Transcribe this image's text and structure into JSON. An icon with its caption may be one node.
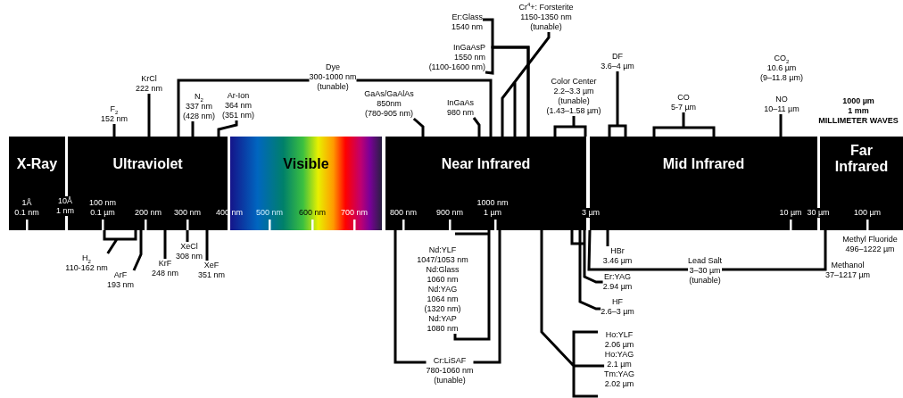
{
  "diagram": {
    "nodes": [
      {
        "text": [
          "X-Ray"
        ]
      },
      {
        "text": [
          "Ultraviolet"
        ]
      },
      {
        "text": [
          "Visible"
        ]
      },
      {
        "text": [
          "Near Infrared"
        ]
      },
      {
        "text": [
          "Mid Infrared"
        ]
      },
      {
        "text": [
          "Far Infrared"
        ]
      },
      {
        "text": [
          "F$_{2}$ 152 nm"
        ]
      },
      {
        "text": [
          "KrCl 222 nm"
        ]
      },
      {
        "text": [
          "N$_{2}$ 337 nm (428 nm)"
        ]
      },
      {
        "text": [
          "Ar-Ion 364 nm (351 nm)"
        ]
      },
      {
        "text": [
          "Dye 300-1000 nm (tunable)"
        ]
      },
      {
        "text": [
          "GaAs/GaAlAs 850nm (780-905 nm)"
        ]
      },
      {
        "text": [
          "InGaAs 980 nm"
        ]
      },
      {
        "text": [
          "Er:Glass 1540 nm"
        ]
      },
      {
        "text": [
          "InGaAsP 1550 nm (1100-1600 nm)"
        ]
      },
      {
        "text": [
          "Cr$^{4}$+: Forsterite 1150-1350 nm (tunable)"
        ]
      },
      {
        "text": [
          "Color Center 2.2–3.3 µm (tunable) (1.43–1.58 µm)"
        ]
      },
      {
        "text": [
          "DF 3.6–4 µm"
        ]
      },
      {
        "text": [
          "CO 5-7 µm"
        ]
      },
      {
        "text": [
          "NO 10–11 µm"
        ]
      },
      {
        "text": [
          "H$_{2}$ 110-162 nm"
        ]
      },
      {
        "text": [
          "ArF 193 nm"
        ]
      },
      {
        "text": [
          "KrF 248 nm"
        ]
      },
      {
        "text": [
          "XeCl 308 nm"
        ]
      },
      {
        "text": [
          "XeF 351 nm"
        ]
      },
      {
        "text": [
          "Nd:YLF 1047/1053 nm",
          "Nd:Glass 1060 nm",
          "Nd:YAG 1064 nm (1320 nm)",
          "Nd:YAP 1080 nm"
        ]
      },
      {
        "text": [
          "Cr:LiSAF 780-1060 nm (tunable)"
        ]
      },
      {
        "text": [
          "HBr 3.46 µm"
        ]
      },
      {
        "text": [
          "Lead Salt 3–30 µm (tunable)"
        ]
      },
      {
        "text": [
          "Er:YAG 2.94 µm"
        ]
      },
      {
        "text": [
          "HF 2.6–3 µm"
        ]
      },
      {
        "text": [
          "Ho:YLF 2.06 µm",
          "Ho:YAG 2.1 µm",
          "Tm:YAG 2.02 µm"
        ]
      }
    ],
    "edges": [
      {
        "from": 6,
        "to": 1,
        "arrow": "none"
      },
      {
        "from": 7,
        "to": 1,
        "arrow": "none"
      },
      {
        "from": 8,
        "to": 1,
        "arrow": "none"
      },
      {
        "from": 9,
        "to": 1,
        "arrow": "none"
      },
      {
        "from": 10,
        "to": 1,
        "arrow": "none"
      },
      {
        "from": 10,
        "to": 3,
        "arrow": "none"
      },
      {
        "from": 11,
        "to": 3,
        "arrow": "none"
      },
      {
        "from": 12,
        "to": 3,
        "arrow": "none"
      },
      {
        "from": 13,
        "to": 3,
        "arrow": "none"
      },
      {
        "from": 14,
        "to": 3,
        "arrow": "none"
      },
      {
        "from": 15,
        "to": 3,
        "arrow": "none"
      },
      {
        "from": 16,
        "to": 3,
        "arrow": "none"
      },
      {
        "from": 17,
        "to": 4,
        "arrow": "none"
      },
      {
        "from": 18,
        "to": 4,
        "arrow": "none"
      },
      {
        "from": 19,
        "to": 4,
        "arrow": "none"
      },
      {
        "from": 20,
        "to": 1,
        "arrow": "none"
      },
      {
        "from": 21,
        "to": 1,
        "arrow": "none"
      },
      {
        "from": 22,
        "to": 1,
        "arrow": "none"
      },
      {
        "from": 23,
        "to": 1,
        "arrow": "none"
      },
      {
        "from": 24,
        "to": 1,
        "arrow": "none"
      },
      {
        "from": 25,
        "to": 3,
        "arrow": "none"
      },
      {
        "from": 26,
        "to": 3,
        "arrow": "none"
      },
      {
        "from": 26,
        "to": 3,
        "arrow": "none"
      },
      {
        "from": 27,
        "to": 4,
        "arrow": "none"
      },
      {
        "from": 28,
        "to": 4,
        "arrow": "none"
      },
      {
        "from": 28,
        "to": 5,
        "arrow": "none"
      },
      {
        "from": 29,
        "to": 3,
        "arrow": "none"
      },
      {
        "from": 30,
        "to": 3,
        "arrow": "none"
      },
      {
        "from": 31,
        "to": 3,
        "arrow": "none"
      }
    ],
    "labels": [
      "CO$_{2}$ 10.6 µm (9–11.8 µm)",
      "1000 µm 1 mm MILLIMETER WAVES",
      "1Å 0.1 nm",
      "10Å 1 nm",
      "100 nm 0.1 µm",
      "200 nm",
      "300 nm",
      "400 nm",
      "500 nm",
      "600 nm",
      "700 nm",
      "800 nm",
      "900 nm",
      "1000 nm 1 µm",
      "3 µm",
      "10 µm",
      "30 µm",
      "100 µm",
      "Methyl Fluoride 496–1222 µm",
      "Methanol 37–1217 µm"
    ]
  }
}
